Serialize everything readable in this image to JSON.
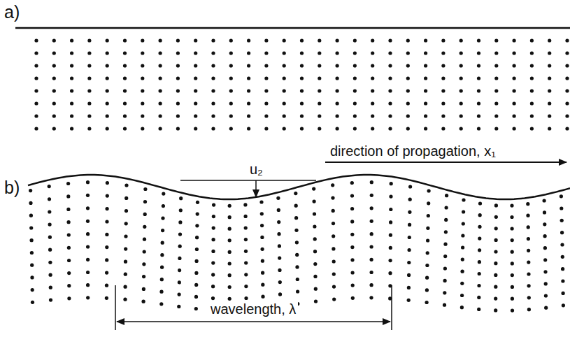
{
  "diagram": {
    "labels": [
      "a)",
      "b)",
      "direction of propagation, x₁",
      "u₂",
      "wavelength, λ"
    ]
  }
}
